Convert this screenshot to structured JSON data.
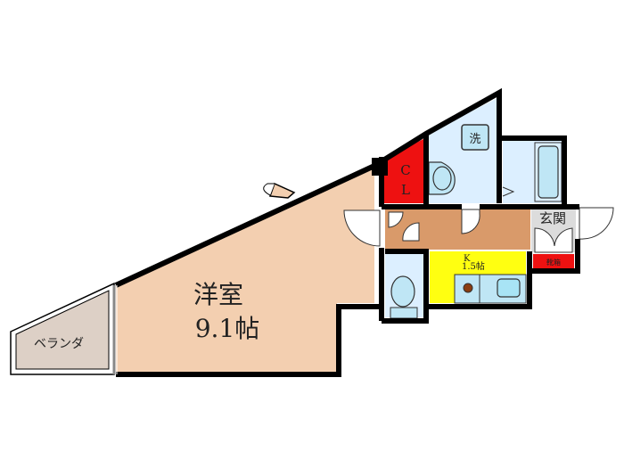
{
  "title": "Floor plan",
  "colors": {
    "western_room": "#f3cfb0",
    "closet": "#ee1111",
    "wet_area": "#dcefff",
    "fixture": "#bfe6f5",
    "hall": "#d99a6a",
    "kitchen": "#ffff11",
    "veranda": "#ddd0c6",
    "entrance": "#dcdcdc",
    "shoe_box": "#ee1111",
    "wall": "#000000"
  },
  "rooms": {
    "western_room": {
      "name": "洋室",
      "size": "9.1帖"
    },
    "closet": {
      "line1": "C",
      "line2": "L"
    },
    "washer": {
      "label": "洗"
    },
    "kitchen": {
      "name": "K",
      "size": "1.5帖"
    },
    "entrance": {
      "name": "玄関"
    },
    "shoe_box": {
      "label": "靴箱"
    },
    "veranda": {
      "name": "ベランダ"
    }
  }
}
